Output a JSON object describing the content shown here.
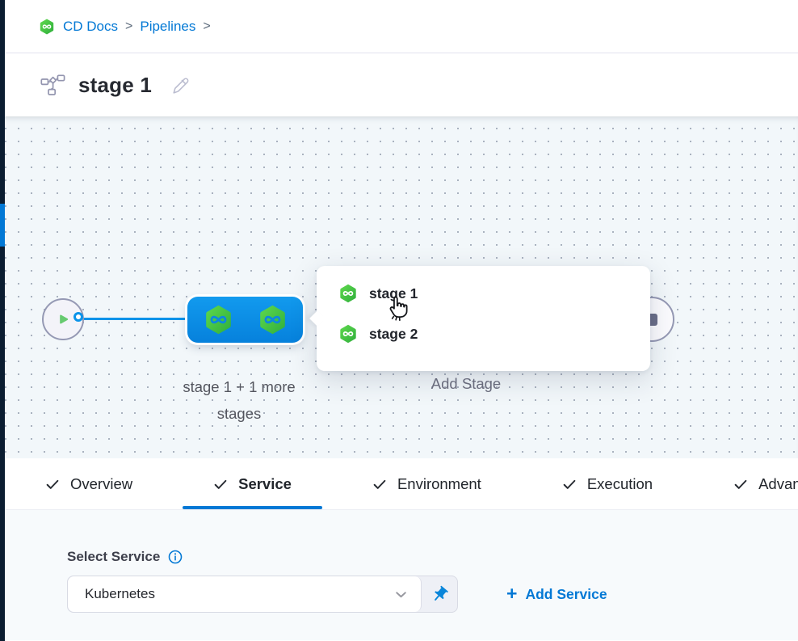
{
  "breadcrumb": {
    "items": [
      {
        "label": "CD Docs"
      },
      {
        "label": "Pipelines"
      }
    ],
    "separator": ">"
  },
  "header": {
    "title": "stage 1"
  },
  "canvas": {
    "group_node_label": "stage 1 + 1 more stages",
    "add_stage_label": "Add Stage",
    "popup_items": [
      {
        "label": "stage 1"
      },
      {
        "label": "stage 2"
      }
    ]
  },
  "tabs": [
    {
      "label": "Overview",
      "active": false
    },
    {
      "label": "Service",
      "active": true
    },
    {
      "label": "Environment",
      "active": false
    },
    {
      "label": "Execution",
      "active": false
    },
    {
      "label": "Advanced",
      "active": false
    }
  ],
  "service_panel": {
    "label": "Select Service",
    "select_value": "Kubernetes",
    "plus": "+",
    "add_service_label": "Add Service"
  },
  "colors": {
    "accent_blue": "#0278d5",
    "node_blue": "#0b93e9",
    "harness_green": "#42ba48",
    "navy_strip": "#0b1d31"
  }
}
